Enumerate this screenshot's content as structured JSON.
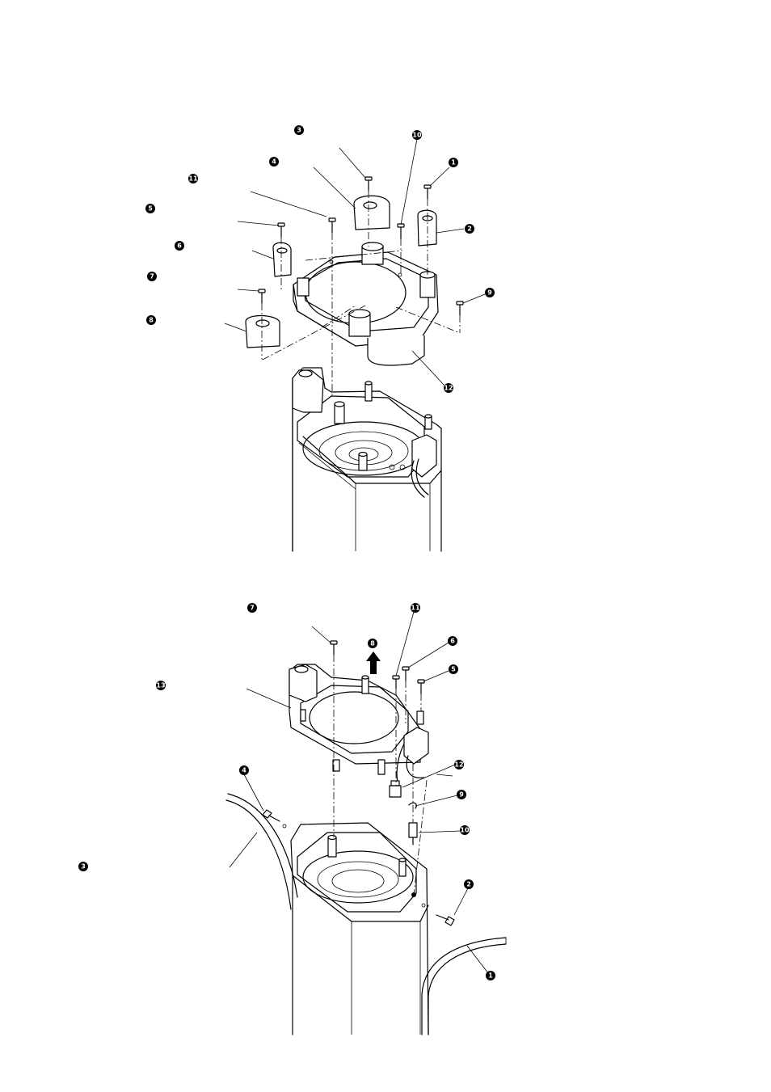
{
  "figure_top": {
    "callouts": [
      "1",
      "2",
      "3",
      "4",
      "5",
      "6",
      "7",
      "8",
      "9",
      "10",
      "11",
      "12"
    ]
  },
  "figure_bottom": {
    "callouts": [
      "1",
      "2",
      "3",
      "4",
      "5",
      "6",
      "7",
      "8",
      "9",
      "10",
      "11",
      "12",
      "13"
    ]
  }
}
